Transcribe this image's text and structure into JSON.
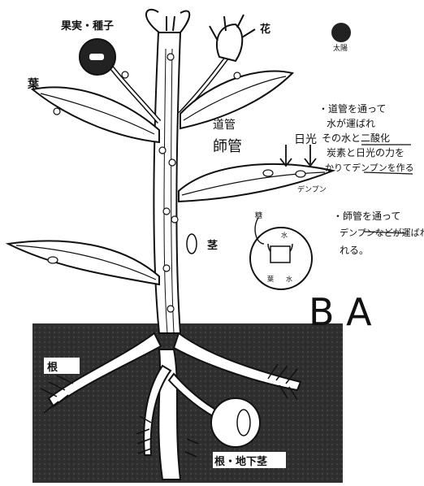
{
  "labels": {
    "fruit_seed": "果実・種子",
    "flower": "花",
    "sun": "太陽",
    "leaf": "葉",
    "xylem": "道管",
    "phloem": "師管",
    "sunlight": "日光",
    "stem": "茎",
    "root": "根",
    "root_underground_stem": "根・地下茎",
    "starch": "デンプン",
    "sugar": "糖",
    "water_a": "水",
    "water_b": "水",
    "leaf_mark": "葉"
  },
  "notes": {
    "note1_line1": "・道管を通って",
    "note1_line2": "水が運ばれ",
    "note1_line3": "その水と二酸化",
    "note1_line4": "炭素と日光の力を",
    "note1_line5": "かりてデンプンを作る",
    "note2_line1": "・師管を通って",
    "note2_line2": "デンプンなどが運ばれ",
    "note2_line3": "れる。"
  },
  "handwriting": {
    "ba": "B A"
  },
  "colors": {
    "ink": "#111111",
    "ground": "#2b2b2b",
    "paper": "#ffffff"
  }
}
